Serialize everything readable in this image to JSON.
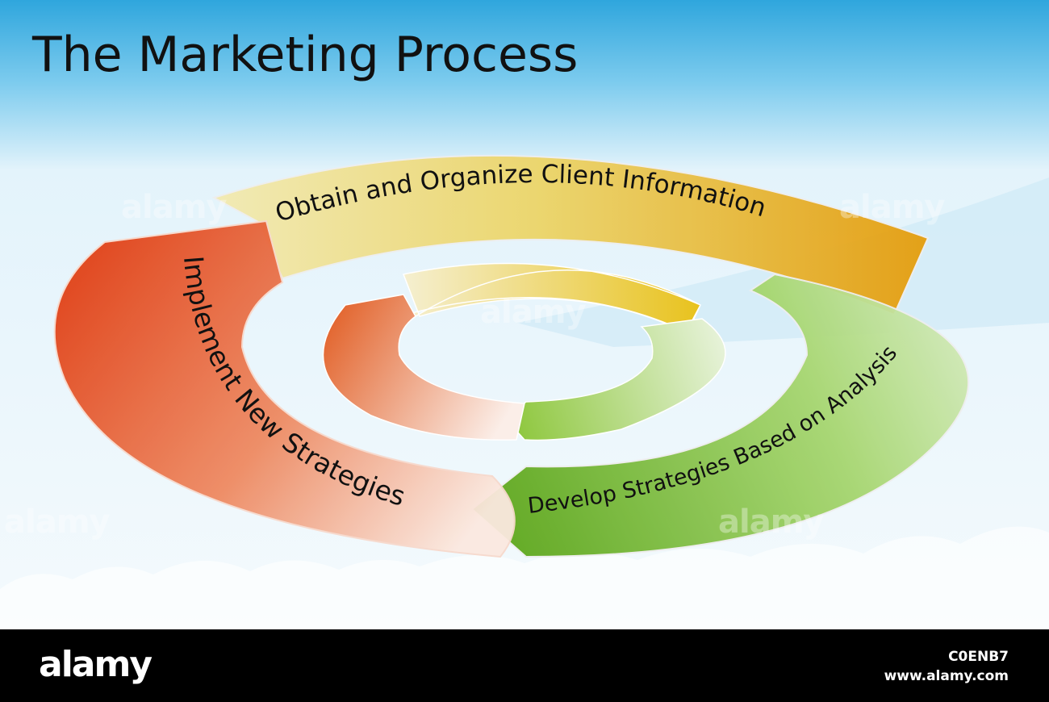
{
  "title": "The Marketing Process",
  "steps": [
    {
      "label": "Obtain and Organize Client Information",
      "color": "#e6a414"
    },
    {
      "label": "Develop Strategies Based on Analysis",
      "color": "#5fae1c"
    },
    {
      "label": "Implement New Strategies",
      "color": "#e04a1c"
    }
  ],
  "watermark": "alamy",
  "footer": {
    "logo": "alamy",
    "image_id": "C0ENB7",
    "site": "www.alamy.com"
  }
}
